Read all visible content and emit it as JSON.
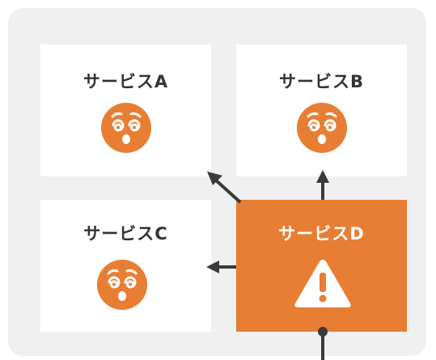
{
  "diagram": {
    "colors": {
      "accent": "#e87e34",
      "panel_bg": "#f0f0f0",
      "box_bg": "#ffffff",
      "text_dark": "#333333",
      "arrow": "#3a3a3a"
    },
    "services": [
      {
        "id": "A",
        "label": "サービスA",
        "icon": "dizzy-face-icon"
      },
      {
        "id": "B",
        "label": "サービスB",
        "icon": "dizzy-face-icon"
      },
      {
        "id": "C",
        "label": "サービスC",
        "icon": "dizzy-face-icon"
      },
      {
        "id": "D",
        "label": "サービスD",
        "icon": "warning-triangle-icon"
      }
    ],
    "edges": [
      {
        "from": "D",
        "to": "A"
      },
      {
        "from": "D",
        "to": "B"
      },
      {
        "from": "D",
        "to": "C"
      },
      {
        "from": "external",
        "to": "D"
      }
    ]
  }
}
